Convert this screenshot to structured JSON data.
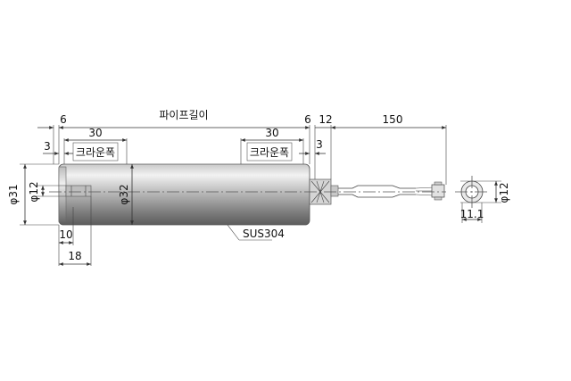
{
  "labels": {
    "pipe_length": "파이프길이",
    "crown_left": "크라운폭",
    "crown_right": "크라운폭",
    "material": "SUS304",
    "dim_6_left": "6",
    "dim_30_left": "30",
    "dim_3_left": "3",
    "dim_phi31": "φ31",
    "dim_phi12_shaft": "φ12",
    "dim_phi32": "φ32",
    "dim_10": "10",
    "dim_18": "18",
    "dim_30_right": "30",
    "dim_6_right": "6",
    "dim_3_right": "3",
    "dim_12": "12",
    "dim_150": "150",
    "dim_phi12_end": "φ12",
    "dim_11_1": "11.1"
  }
}
